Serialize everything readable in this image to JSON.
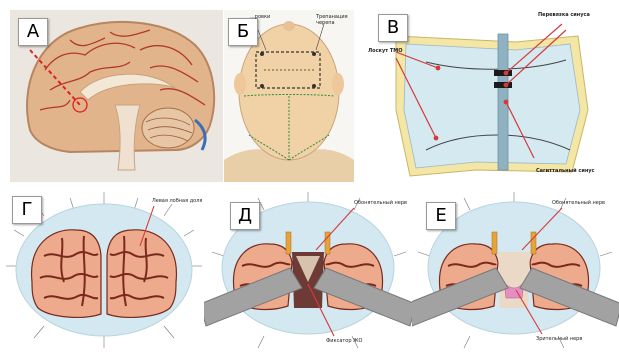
{
  "panels": {
    "a": {
      "letter": "А"
    },
    "b": {
      "letter": "Б",
      "note_left": "...ровки",
      "note_trep": "Трепанация черепа"
    },
    "v": {
      "letter": "В",
      "note_ligation": "Перевязка синуса",
      "note_flap": "Лоскут ТМО",
      "note_sinus": "Сагиттальный синус"
    },
    "g": {
      "letter": "Г",
      "note_lobe": "Левая лобная доля"
    },
    "d": {
      "letter": "Д",
      "note_top": "Обонятельный нерв",
      "note_bottom": "Фиксатор ЖО"
    },
    "e": {
      "letter": "Е",
      "note_top": "Обонятельный нерв",
      "note_bottom": "Зрительный нерв"
    }
  },
  "colors": {
    "dura_blue": "#cfe6ee",
    "brain_orange": "#eea98c",
    "sulcus": "#7a2a1c",
    "retractor": "#9e9e9e",
    "pointer": "#d43a3a",
    "bone": "#f4e6a4"
  }
}
